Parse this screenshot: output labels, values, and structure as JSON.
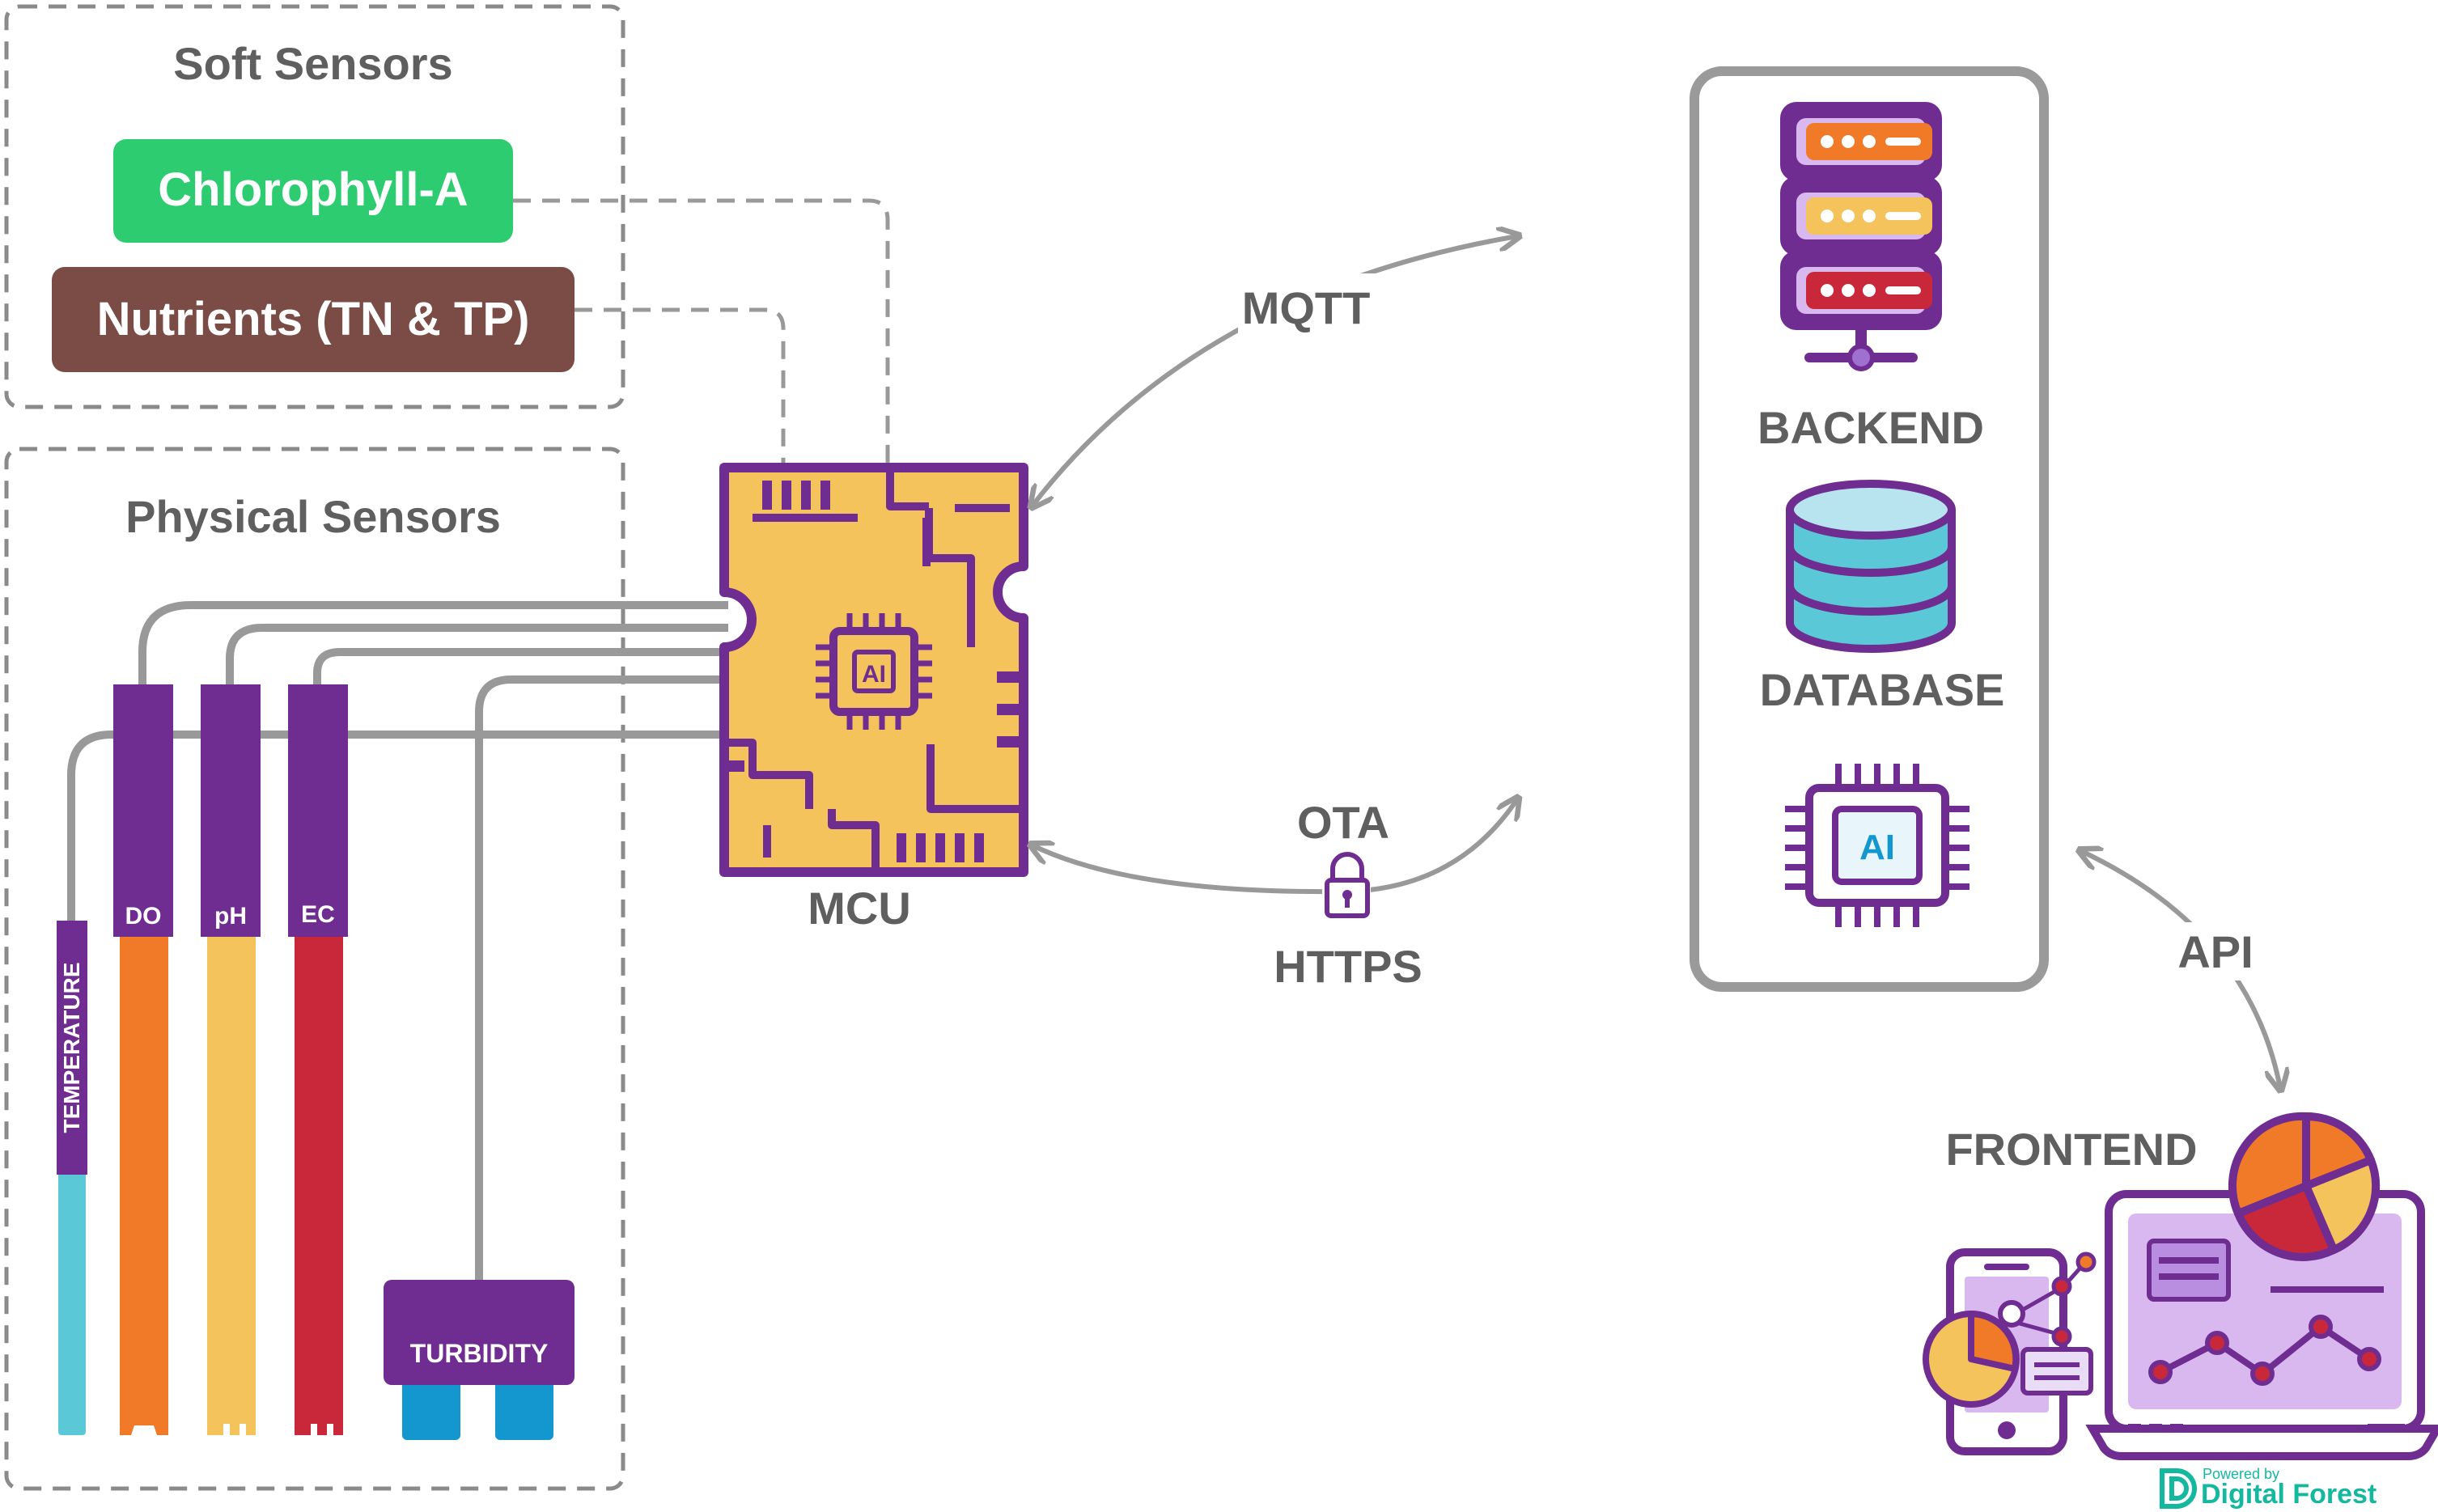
{
  "groups": {
    "soft": "Soft Sensors",
    "physical": "Physical Sensors"
  },
  "soft_sensors": {
    "chlorophyll": "Chlorophyll-A",
    "nutrients": "Nutrients (TN & TP)"
  },
  "probes": {
    "temperature": "TEMPERATURE",
    "do": "DO",
    "ph": "pH",
    "ec": "EC",
    "turbidity": "TURBIDITY"
  },
  "mcu": {
    "label": "MCU",
    "chip_text": "AI"
  },
  "links": {
    "mqtt": "MQTT",
    "ota": "OTA",
    "https": "HTTPS",
    "api": "API"
  },
  "cloud": {
    "backend": "BACKEND",
    "database": "DATABASE",
    "ai_chip_text": "AI"
  },
  "frontend": {
    "label": "FRONTEND"
  },
  "branding": {
    "powered_by": "Powered by",
    "name": "Digital Forest"
  },
  "colors": {
    "purple": "#6f2c91",
    "mcu_yellow": "#f5c35c",
    "chlorophyll_green": "#2ecc71",
    "nutrients_brown": "#7b4b45",
    "temperature_cyan": "#5bc8d8",
    "do_orange": "#f07a28",
    "ph_yellow": "#f5c35c",
    "ec_red": "#c9283a",
    "turbidity_blue": "#1496cf",
    "connector_gray": "#999999",
    "text_gray": "#5f5f5f",
    "brand_teal": "#14b89e"
  }
}
